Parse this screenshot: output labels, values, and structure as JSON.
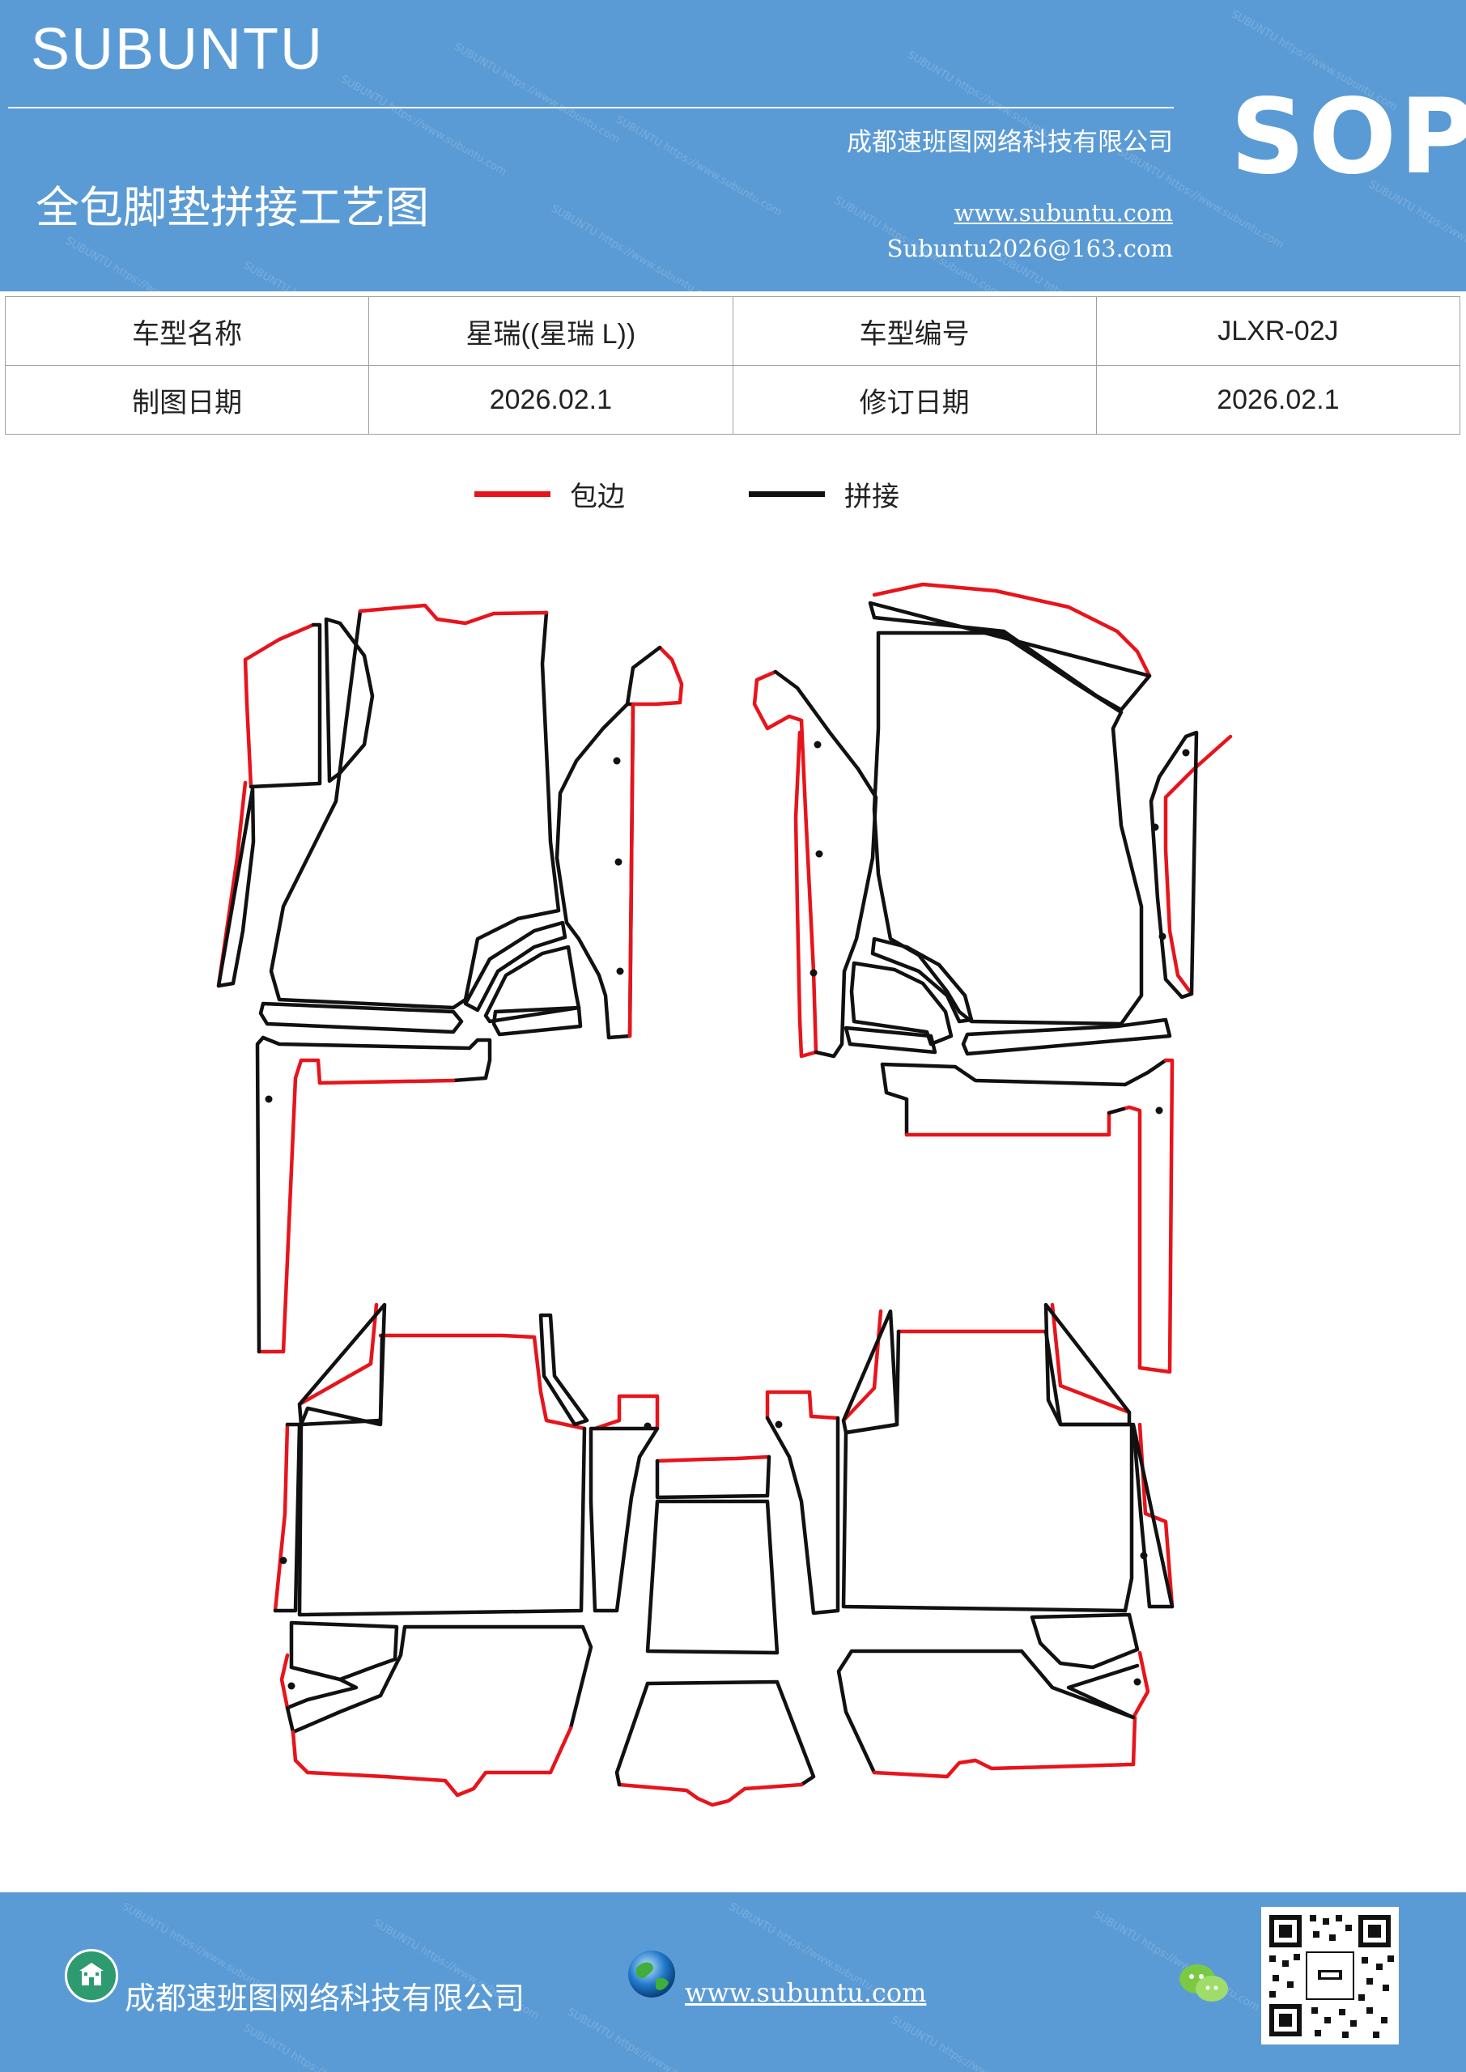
{
  "header": {
    "brand": "SUBUNTU",
    "company": "成都速班图网络科技有限公司",
    "title": "全包脚垫拼接工艺图",
    "url": "www.subuntu.com",
    "email": "Subuntu2026@163.com",
    "badge": "SOP"
  },
  "info": {
    "model_name_label": "车型名称",
    "model_name_value": "星瑞((星瑞 L))",
    "model_code_label": "车型编号",
    "model_code_value": "JLXR-02J",
    "draw_date_label": "制图日期",
    "draw_date_value": "2026.02.1",
    "revise_date_label": "修订日期",
    "revise_date_value": "2026.02.1"
  },
  "legend": {
    "edge_label": "包边",
    "edge_color": "#e8141b",
    "splice_label": "拼接",
    "splice_color": "#111111"
  },
  "footer": {
    "company": "成都速班图网络科技有限公司",
    "url": "www.subuntu.com",
    "icons": [
      "building-icon",
      "globe-icon",
      "wechat-icon",
      "qr-code"
    ]
  },
  "colors": {
    "brand_blue": "#5b9bd5",
    "text_white": "#ffffff"
  }
}
